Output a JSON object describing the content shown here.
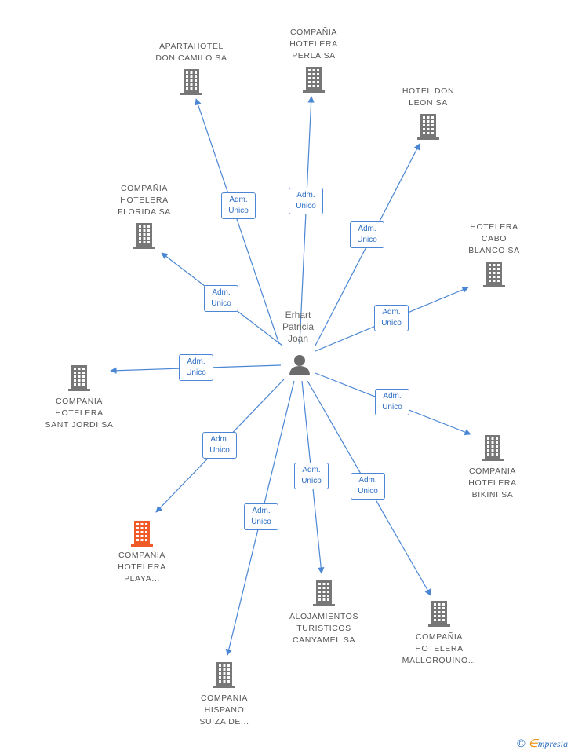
{
  "center": {
    "lines": [
      "Erhart",
      "Patricia",
      "Joan"
    ]
  },
  "edge_label": [
    "Adm.",
    "Unico"
  ],
  "nodes": [
    {
      "id": "apartahotel",
      "lines": [
        "APARTAHOTEL",
        "DON CAMILO SA"
      ],
      "color": "#777777"
    },
    {
      "id": "perla",
      "lines": [
        "COMPAÑIA",
        "HOTELERA",
        "PERLA SA"
      ],
      "color": "#777777"
    },
    {
      "id": "leon",
      "lines": [
        "HOTEL DON",
        "LEON SA"
      ],
      "color": "#777777"
    },
    {
      "id": "florida",
      "lines": [
        "COMPAÑIA",
        "HOTELERA",
        "FLORIDA SA"
      ],
      "color": "#777777"
    },
    {
      "id": "cabo",
      "lines": [
        "HOTELERA",
        "CABO",
        "BLANCO SA"
      ],
      "color": "#777777"
    },
    {
      "id": "jordi",
      "lines": [
        "COMPAÑIA",
        "HOTELERA",
        "SANT JORDI SA"
      ],
      "color": "#777777"
    },
    {
      "id": "bikini",
      "lines": [
        "COMPAÑIA",
        "HOTELERA",
        "BIKINI SA"
      ],
      "color": "#777777"
    },
    {
      "id": "playa",
      "lines": [
        "COMPAÑIA",
        "HOTELERA",
        "PLAYA..."
      ],
      "color": "#f05a28"
    },
    {
      "id": "canyamel",
      "lines": [
        "ALOJAMIENTOS",
        "TURISTICOS",
        "CANYAMEL SA"
      ],
      "color": "#777777"
    },
    {
      "id": "mallorquino",
      "lines": [
        "COMPAÑIA",
        "HOTELERA",
        "MALLORQUINO..."
      ],
      "color": "#777777"
    },
    {
      "id": "hispano",
      "lines": [
        "COMPAÑIA",
        "HISPANO",
        "SUIZA DE..."
      ],
      "color": "#777777"
    }
  ],
  "footer": {
    "copyright": "©",
    "brand_initial": "∈",
    "brand_rest": "mpresia"
  },
  "colors": {
    "edge": "#4a86d4",
    "person": "#6b6b6b"
  }
}
